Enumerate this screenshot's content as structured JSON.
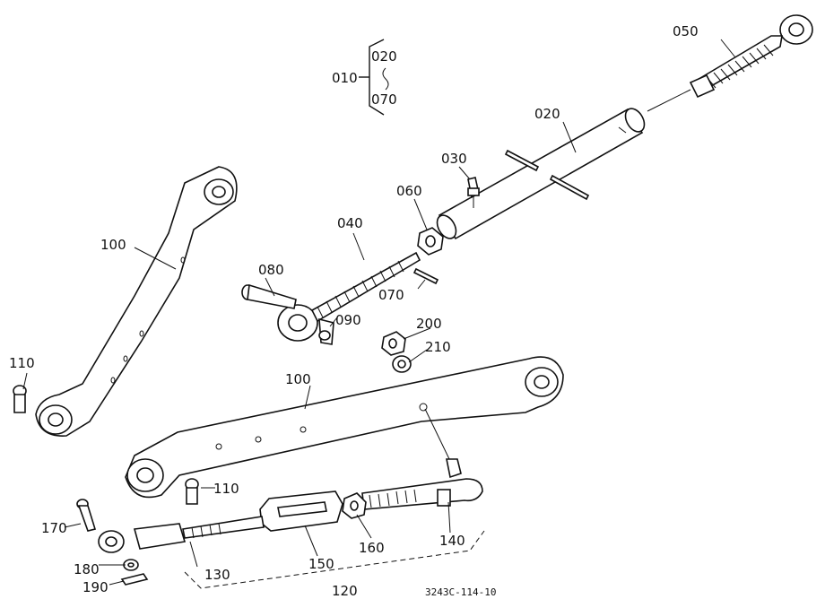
{
  "labels": {
    "p010": "010",
    "p020_group": "020",
    "p070_group": "070",
    "p050": "050",
    "p020": "020",
    "p030": "030",
    "p060": "060",
    "p040": "040",
    "p080": "080",
    "p070": "070",
    "p090": "090",
    "p100_upper": "100",
    "p110_upper": "110",
    "p200": "200",
    "p210": "210",
    "p100_lower": "100",
    "p110_lower": "110",
    "p170": "170",
    "p180": "180",
    "p190": "190",
    "p130": "130",
    "p150": "150",
    "p160": "160",
    "p140": "140",
    "p120": "120"
  },
  "drawing_code": "3243C-114-10"
}
